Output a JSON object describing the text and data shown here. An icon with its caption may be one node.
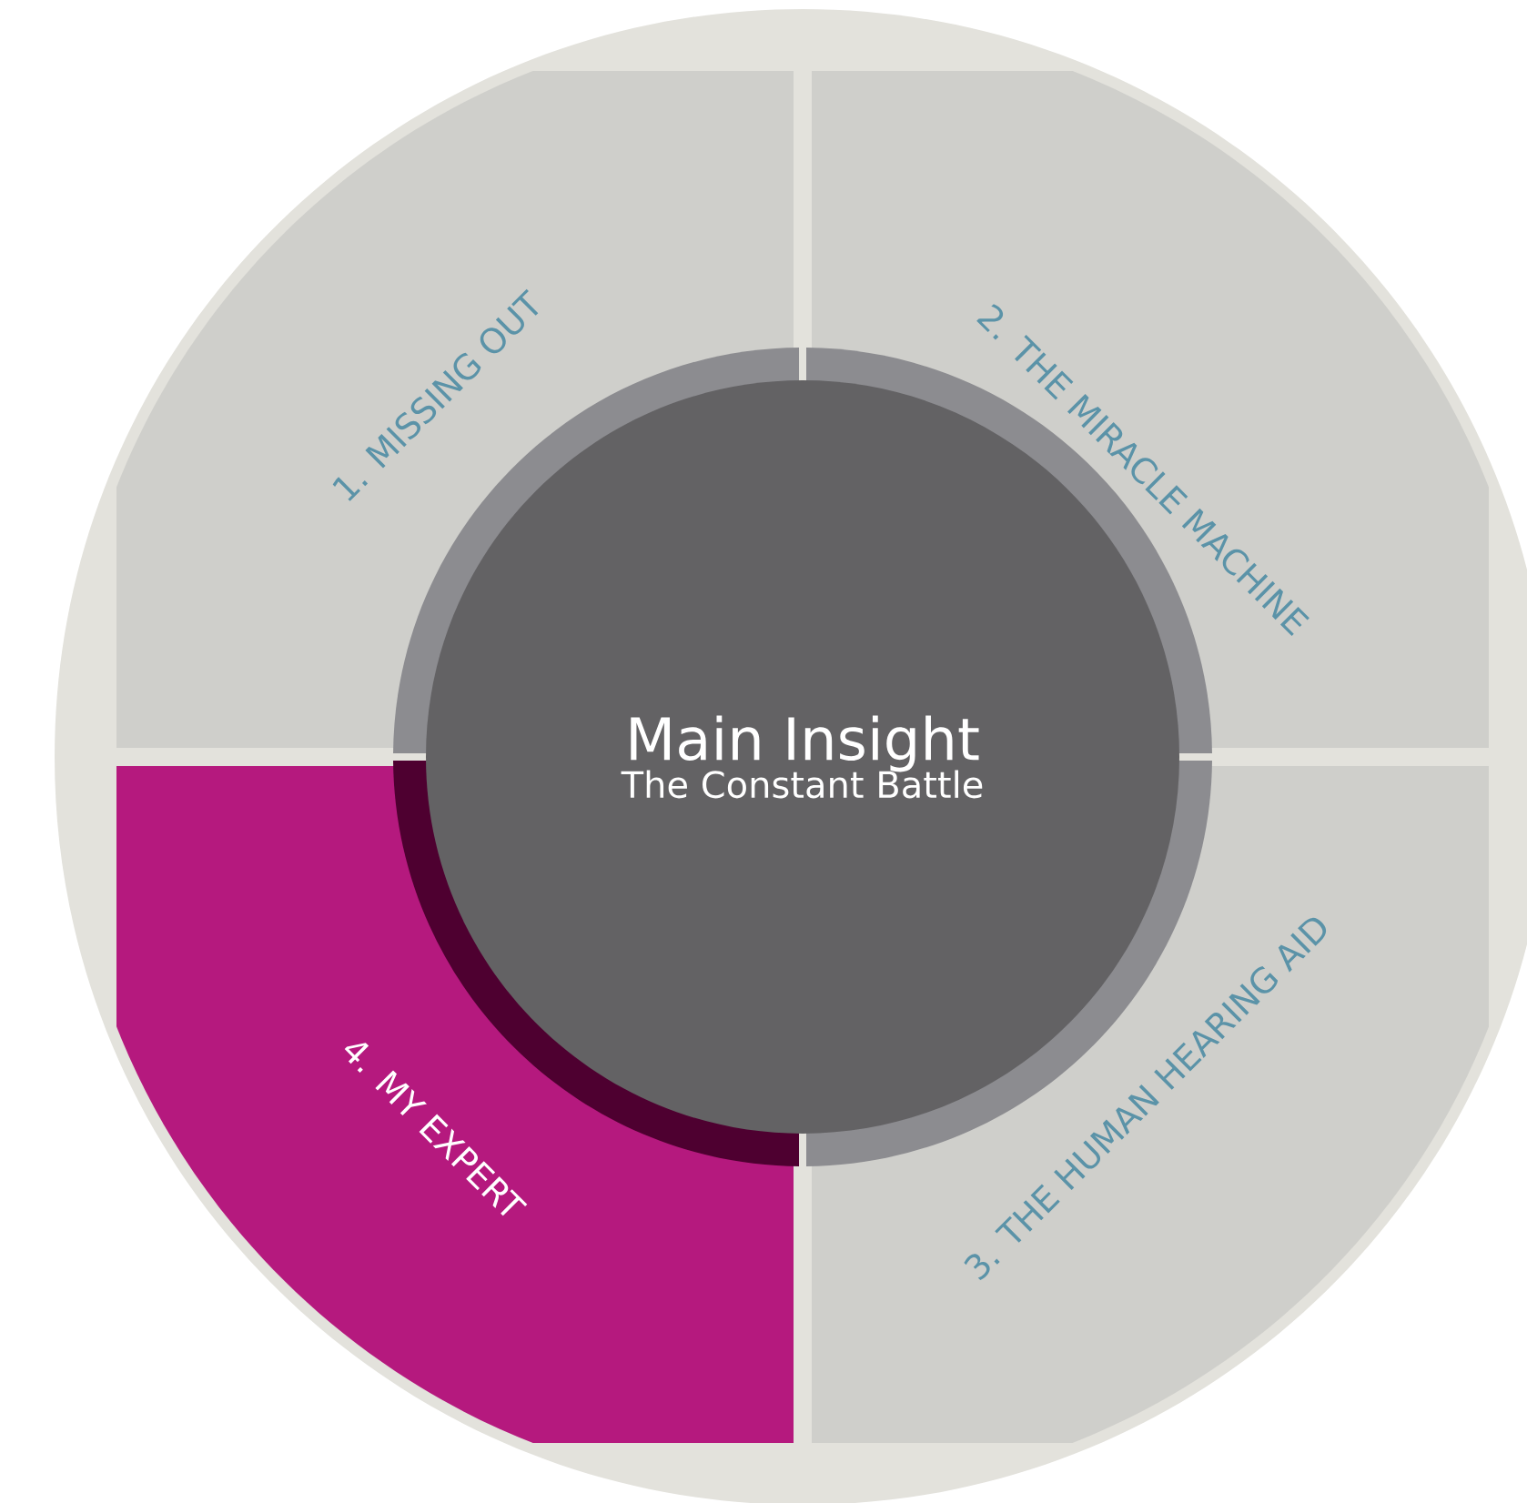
{
  "diagram": {
    "nodes": [
      {
        "text": [
          "Main Insight",
          "The Constant Battle"
        ]
      },
      {
        "text": [
          "1. MISSING OUT"
        ]
      },
      {
        "text": [
          "2. THE MIRACLE MACHINE"
        ]
      },
      {
        "text": [
          "3. THE HUMAN HEARING AID"
        ]
      },
      {
        "text": [
          "4. MY EXPERT"
        ]
      }
    ]
  }
}
